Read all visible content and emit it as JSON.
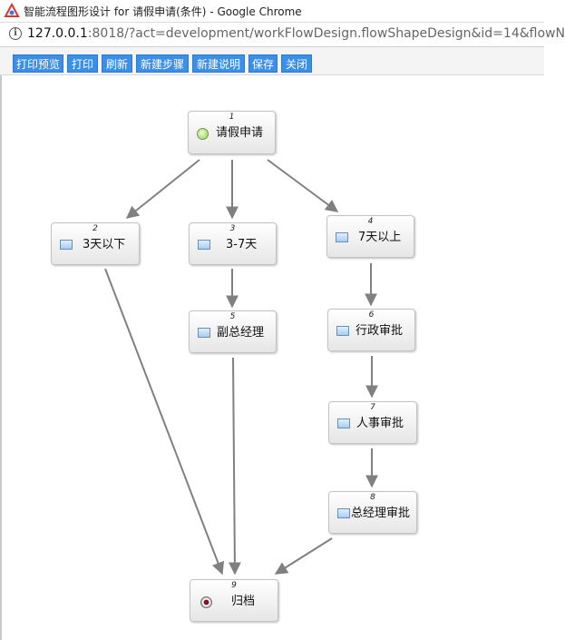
{
  "window": {
    "title": "智能流程图形设计 for 请假申请(条件) - Google Chrome"
  },
  "address": {
    "host": "127.0.0.1",
    "path": ":8018/?act=development/workFlowDesign.flowShapeDesign&id=14&flowN"
  },
  "toolbar": {
    "buttons": [
      "打印预览",
      "打印",
      "刷新",
      "新建步骤",
      "新建说明",
      "保存",
      "关闭"
    ]
  },
  "nodes": [
    {
      "num": "1",
      "label": "请假申请",
      "icon": "start-icon"
    },
    {
      "num": "2",
      "label": "3天以下",
      "icon": "step-icon"
    },
    {
      "num": "3",
      "label": "3-7天",
      "icon": "step-icon"
    },
    {
      "num": "4",
      "label": "7天以上",
      "icon": "step-icon"
    },
    {
      "num": "5",
      "label": "副总经理",
      "icon": "step-icon"
    },
    {
      "num": "6",
      "label": "行政审批",
      "icon": "step-icon"
    },
    {
      "num": "7",
      "label": "人事审批",
      "icon": "step-icon"
    },
    {
      "num": "8",
      "label": "总经理审批",
      "icon": "step-icon"
    },
    {
      "num": "9",
      "label": "归档",
      "icon": "end-icon"
    }
  ],
  "colors": {
    "toolbar_button": "#3b8fe6",
    "connector": "#808080"
  }
}
